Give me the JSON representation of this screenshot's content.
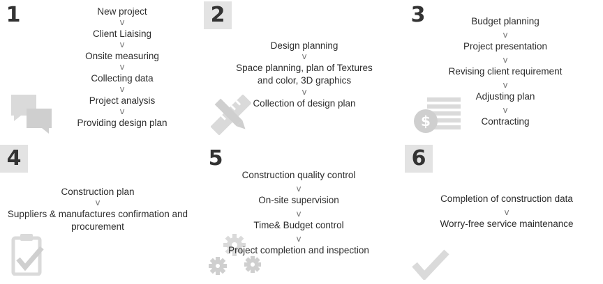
{
  "arrow_glyph": "v",
  "icon_color": "#dadada",
  "panels": [
    {
      "number": "1",
      "steps": [
        "New project",
        "Client Liaising",
        "Onsite measuring",
        "Collecting data",
        "Project analysis",
        "Providing design plan"
      ],
      "icon": "chat-bubbles-icon"
    },
    {
      "number": "2",
      "steps": [
        "Design planning",
        "Space planning, plan of Textures and color, 3D graphics",
        "Collection of design plan"
      ],
      "icon": "pencil-ruler-icon"
    },
    {
      "number": "3",
      "steps": [
        "Budget planning",
        "Project presentation",
        "Revising client requirement",
        "Adjusting plan",
        "Contracting"
      ],
      "icon": "money-document-icon"
    },
    {
      "number": "4",
      "steps": [
        "Construction plan",
        "Suppliers & manufactures confirmation and procurement"
      ],
      "icon": "clipboard-check-icon"
    },
    {
      "number": "5",
      "steps": [
        "Construction quality control",
        "On-site supervision",
        "Time& Budget control",
        "Project completion and inspection"
      ],
      "icon": "gears-icon"
    },
    {
      "number": "6",
      "steps": [
        "Completion of construction data",
        "Worry-free service maintenance"
      ],
      "icon": "checkmark-icon"
    }
  ]
}
